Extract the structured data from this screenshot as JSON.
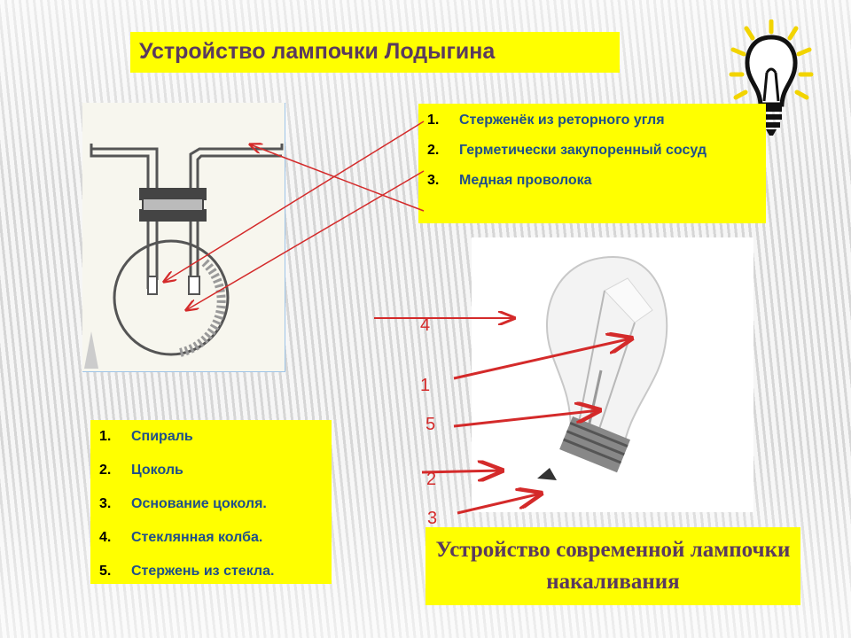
{
  "title": "Устройство лампочки Лодыгина",
  "lodygin_parts": [
    {
      "num": "1.",
      "text": "Стерженёк из реторного угля"
    },
    {
      "num": "2.",
      "text": "Герметически закупоренный сосуд"
    },
    {
      "num": "3.",
      "text": "Медная проволока"
    }
  ],
  "modern_parts": [
    {
      "num": "1.",
      "text": "Спираль"
    },
    {
      "num": "2.",
      "text": "Цоколь"
    },
    {
      "num": "3.",
      "text": "Основание цоколя."
    },
    {
      "num": "4.",
      "text": "Стеклянная колба."
    },
    {
      "num": "5.",
      "text": "Стержень из стекла."
    }
  ],
  "bulb_labels": [
    "4",
    "1",
    "5",
    "2",
    "3"
  ],
  "caption": "Устройство современной лампочки накаливания",
  "colors": {
    "highlight": "#ffff00",
    "title_text": "#5a3a5e",
    "list_text": "#1f4f8a",
    "arrow": "#d42a2a"
  },
  "icon": "light-bulb-icon"
}
